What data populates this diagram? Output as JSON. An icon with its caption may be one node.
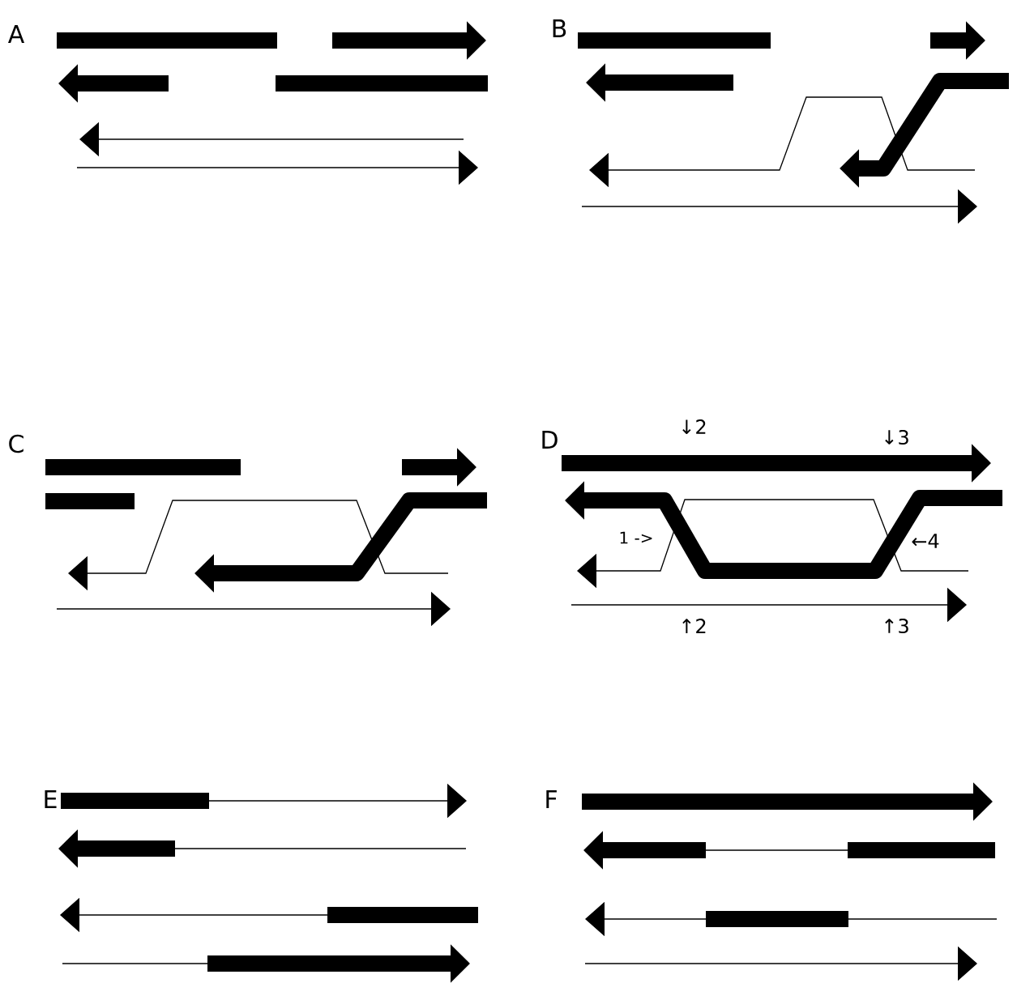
{
  "diagram": {
    "labels": [
      "A",
      "B",
      "C",
      "D",
      "↓2",
      "↓3",
      "1 ->",
      "←4",
      "↑2",
      "↑3",
      "E",
      "F"
    ]
  }
}
